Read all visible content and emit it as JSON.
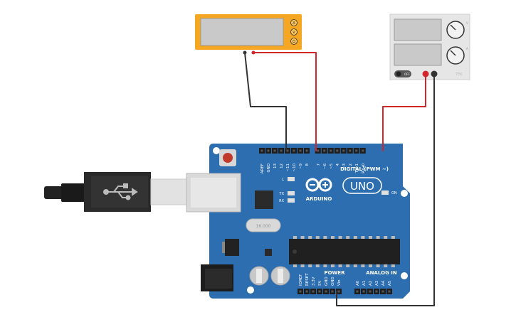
{
  "board": {
    "brand": "ARDUINO",
    "model": "UNO",
    "digital_label": "DIGITAL (PWM ~)",
    "power_label": "POWER",
    "analog_label": "ANALOG IN",
    "on_label": "ON",
    "led_l": "L",
    "led_tx": "TX",
    "led_rx": "RX",
    "crystal_label": "16.000",
    "digital_pins": [
      "AREF",
      "GND",
      "13",
      "12",
      "~11",
      "~10",
      "~9",
      "8",
      "7",
      "~6",
      "~5",
      "4",
      "~3",
      "2",
      "TX▸1",
      "RX◂0"
    ],
    "power_pins": [
      "IOREF",
      "RESET",
      "3.3V",
      "5V",
      "GND",
      "GND",
      "Vin"
    ],
    "analog_pins": [
      "A0",
      "A1",
      "A2",
      "A3",
      "A4",
      "A5"
    ]
  },
  "multimeter": {
    "button_a": "A",
    "button_v": "V",
    "button_r": "Ω"
  },
  "power_supply": {
    "off_label": "OFF",
    "brand": "TEK",
    "knob_top_label": "V",
    "knob_bottom_label": "A"
  },
  "colors": {
    "board": "#2c6eb0",
    "wire_red": "#d1262b",
    "wire_black": "#333333",
    "multimeter_body": "#f5a623"
  }
}
